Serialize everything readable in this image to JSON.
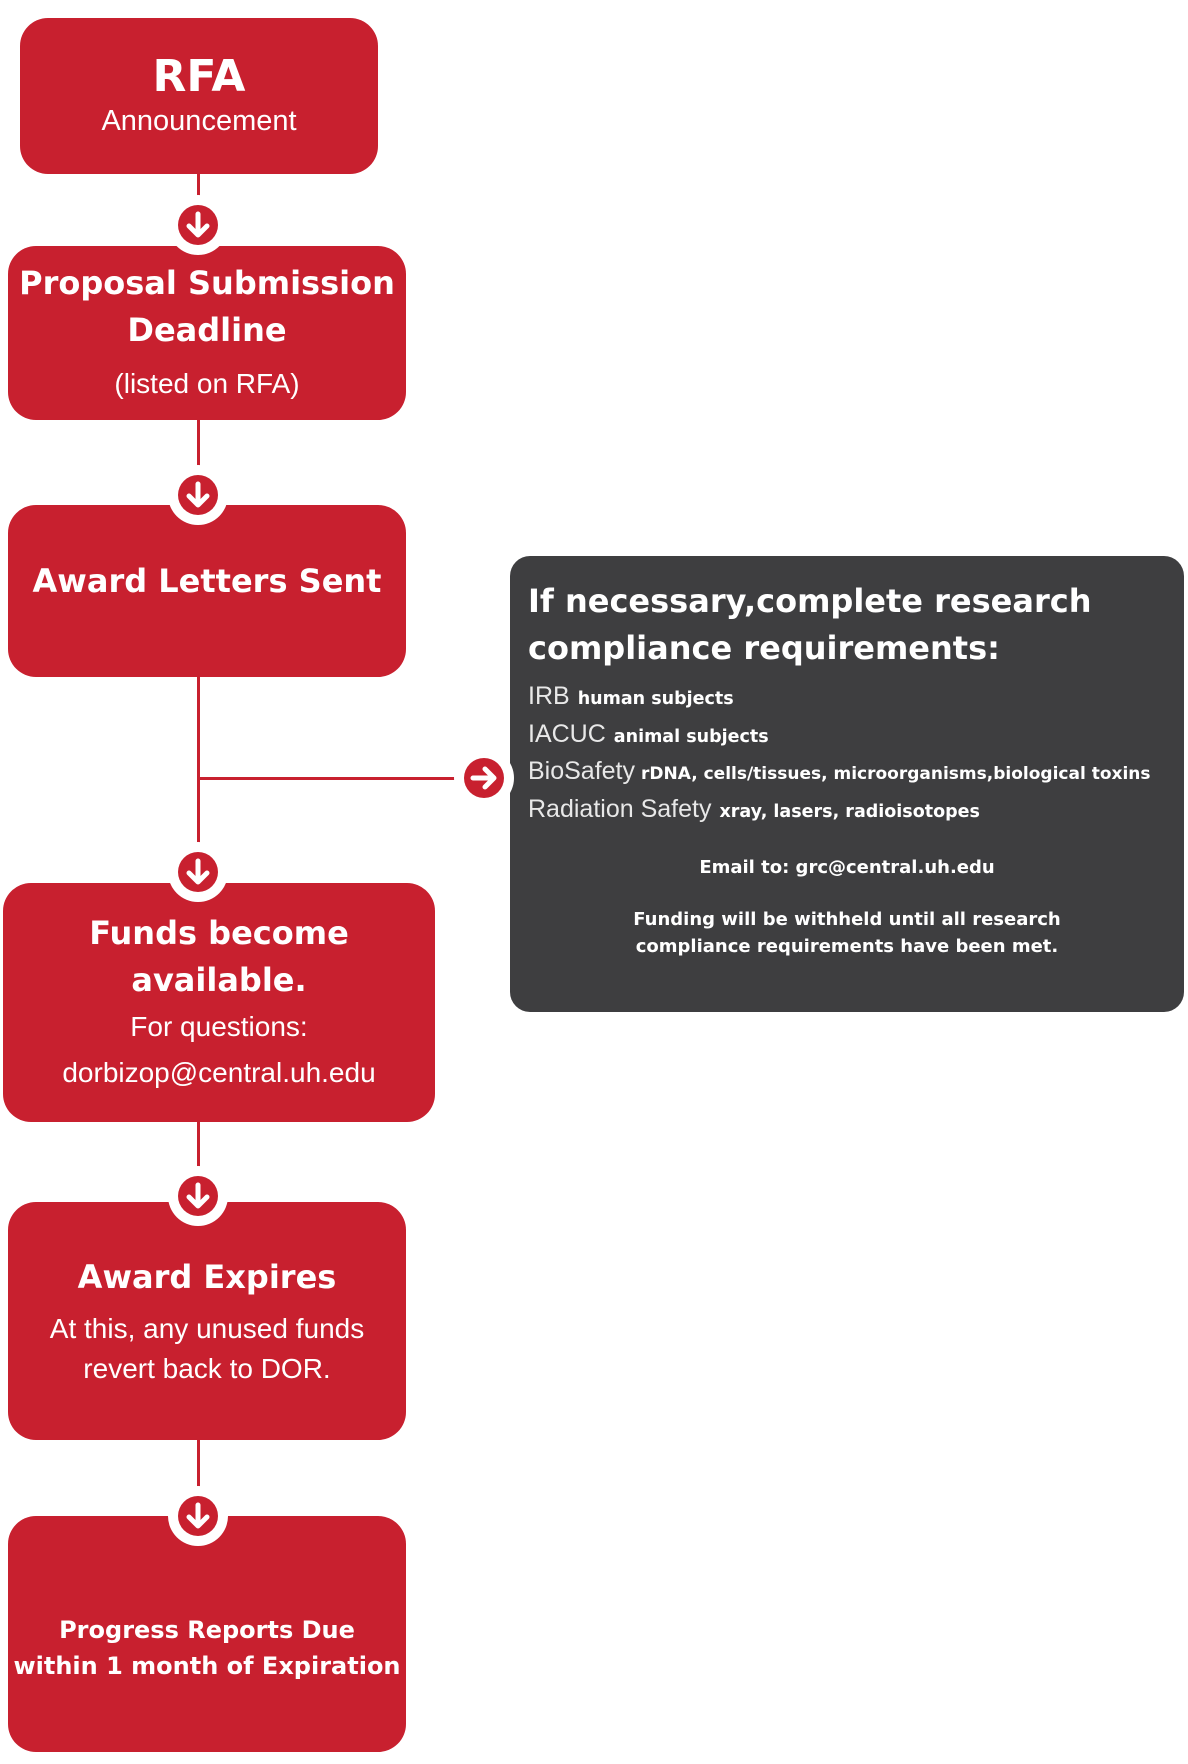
{
  "flow": {
    "rfa": {
      "title": "RFA",
      "subtitle": "Announcement"
    },
    "proposal": {
      "title_line1": "Proposal Submission",
      "title_line2": "Deadline",
      "note": "(listed on RFA)"
    },
    "award_letters": {
      "title": "Award Letters Sent"
    },
    "funds": {
      "title": "Funds become available.",
      "line1": "For questions:",
      "email": "dorbizop@central.uh.edu"
    },
    "expires": {
      "title": "Award Expires",
      "line1": "At this, any unused funds",
      "line2": "revert back to DOR."
    },
    "progress": {
      "line1": "Progress Reports Due",
      "line2": "within 1 month of Expiration"
    }
  },
  "compliance": {
    "title_line1": "If necessary,complete research",
    "title_line2": "compliance requirements:",
    "items": [
      {
        "name": "IRB",
        "desc": "human subjects"
      },
      {
        "name": "IACUC",
        "desc": "animal subjects"
      },
      {
        "name": "BioSafety",
        "desc": "rDNA, cells/tissues, microorganisms,biological toxins"
      },
      {
        "name": "Radiation Safety",
        "desc": "xray, lasers, radioisotopes"
      }
    ],
    "email": "Email to: grc@central.uh.edu",
    "note_line1": "Funding will be withheld until all research",
    "note_line2": "compliance requirements have been met."
  },
  "colors": {
    "red": "#c8202f",
    "panel": "#3e3e40",
    "white": "#ffffff"
  },
  "icons": {
    "down": "arrow-circle-down-icon",
    "right": "arrow-circle-right-icon"
  }
}
